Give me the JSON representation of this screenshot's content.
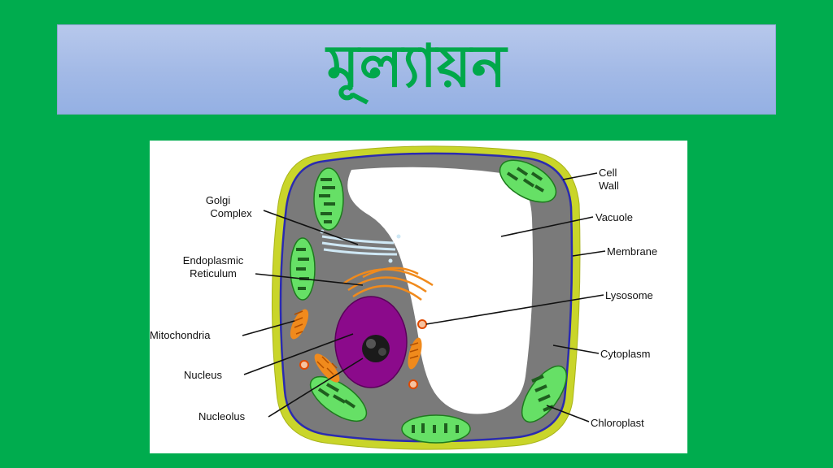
{
  "slide": {
    "title": "মূল্যায়ন"
  },
  "diagram": {
    "labels": {
      "cell_wall": [
        "Cell",
        "Wall"
      ],
      "vacuole": "Vacuole",
      "membrane": "Membrane",
      "lysosome": "Lysosome",
      "cytoplasm": "Cytoplasm",
      "chloroplast": "Chloroplast",
      "golgi": [
        "Golgi",
        "Complex"
      ],
      "er": [
        "Endoplasmic",
        "Reticulum"
      ],
      "mitochondria": "Mitochondria",
      "nucleus": "Nucleus",
      "nucleolus": "Nucleolus"
    },
    "colors": {
      "background": "#00ac4e",
      "cell_wall": "#c9d52a",
      "membrane": "#2b2bb0",
      "cytoplasm": "#7a7a7a",
      "vacuole": "#ffffff",
      "chloroplast": "#66e066",
      "nucleus": "#8b0a8b",
      "mitochondria": "#f08a1c"
    }
  }
}
